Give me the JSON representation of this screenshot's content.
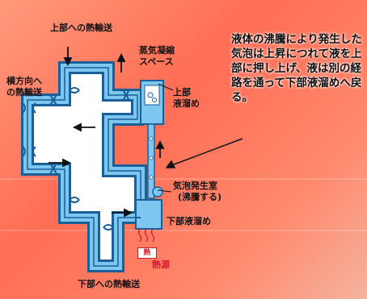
{
  "labels": {
    "heat_up": "上部への熱輸送",
    "heat_side_1": "横方向へ",
    "heat_side_2": "の熱輸送",
    "vapor_1": "蒸気凝縮",
    "vapor_2": "スペース",
    "upper_1": "上部",
    "upper_2": "液溜め",
    "callout": "液体の沸騰により発生した気泡は上昇につれて液を上部に押し上げ、液は別の経路を通って下部液溜めへ戻る。",
    "bubble_1": "気泡発生室",
    "bubble_2": "(沸騰する)",
    "lower": "下部液溜め",
    "heat_in_tag": "熱",
    "heat_in": "熱源",
    "heat_down": "下部への熱輸送"
  },
  "colors": {
    "background": "#ff7a60",
    "pipe": "#7cc7ef",
    "pipe_edge": "#1a5f9a",
    "inner": "#ffffff",
    "accent": "#d8182a"
  },
  "icons": [
    "up-arrow-icon",
    "down-arrow-icon",
    "left-arrow-icon",
    "right-arrow-icon",
    "pointer-arrow-icon",
    "heat-source-icon",
    "bubble-icon"
  ]
}
